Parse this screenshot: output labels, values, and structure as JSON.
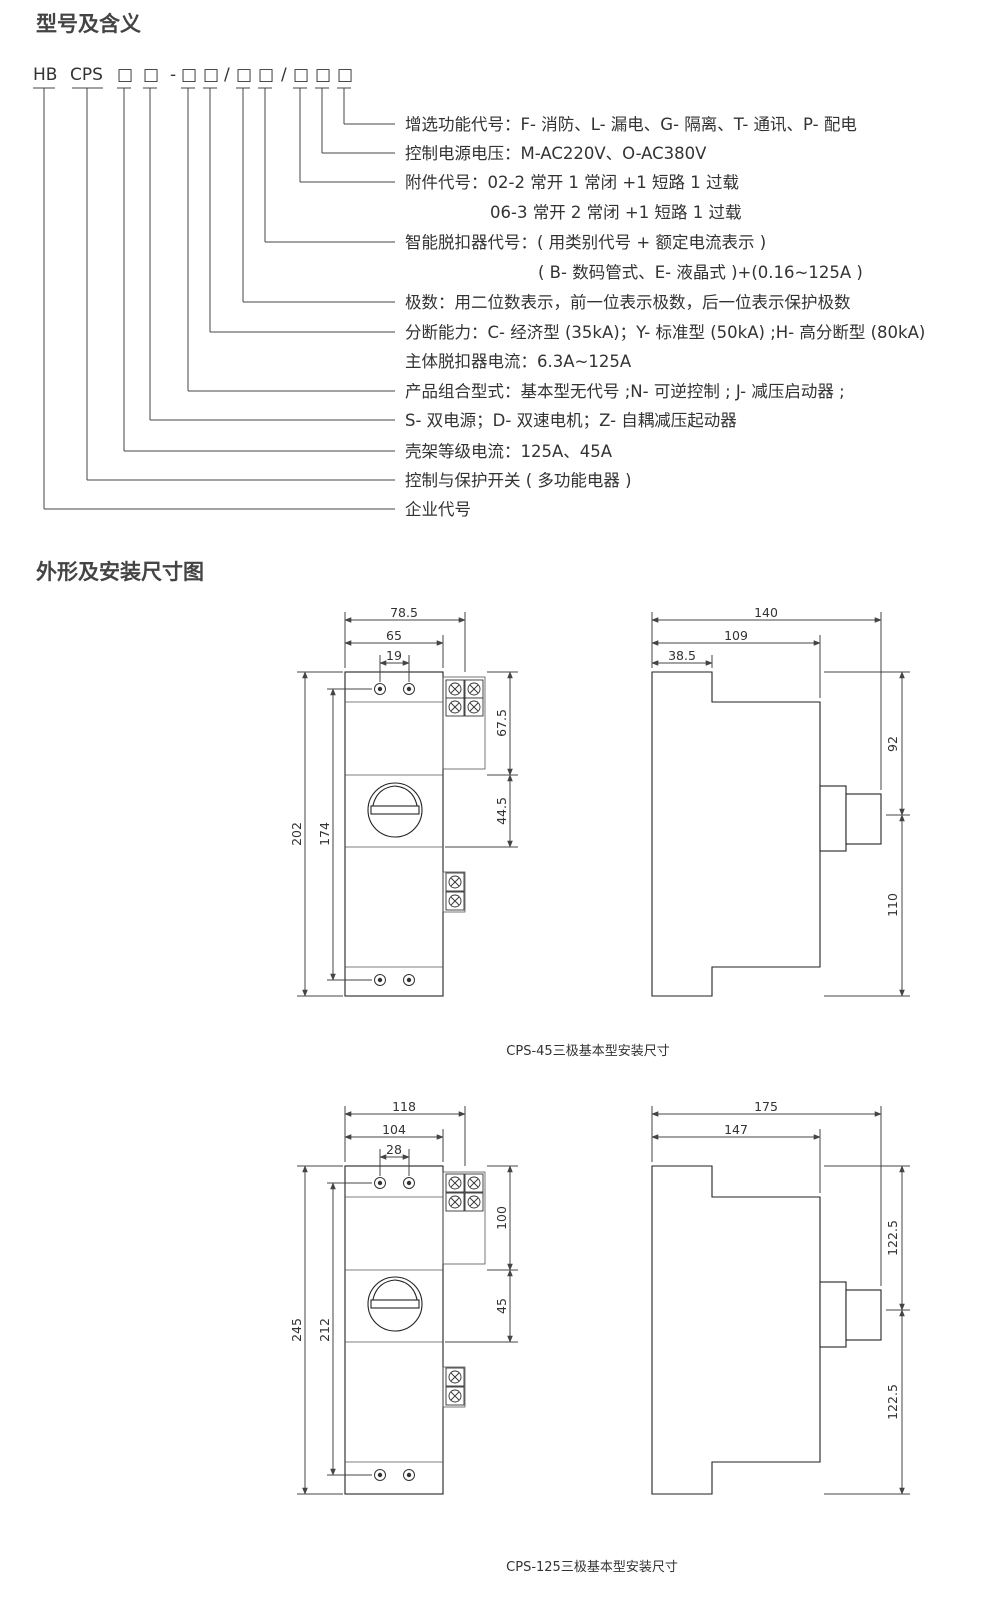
{
  "section1": {
    "title": "型号及含义"
  },
  "model_code": {
    "prefix": "HB",
    "series": "CPS",
    "box": "□",
    "dash": "-",
    "slash": "/"
  },
  "meanings": [
    "增选功能代号：F- 消防、L- 漏电、G- 隔离、T- 通讯、P- 配电",
    "控制电源电压：M-AC220V、O-AC380V",
    "附件代号：02-2 常开 1 常闭 +1 短路 1 过载",
    "06-3 常开 2 常闭 +1 短路 1 过载",
    "智能脱扣器代号：( 用类别代号 + 额定电流表示 )",
    "( B- 数码管式、E- 液晶式 )+(0.16~125A )",
    "极数：用二位数表示，前一位表示极数，后一位表示保护极数",
    "分断能力：C- 经济型 (35kA)；Y- 标准型 (50kA) ;H- 高分断型 (80kA)",
    "主体脱扣器电流：6.3A~125A",
    "产品组合型式：基本型无代号 ;N- 可逆控制 ; J- 减压启动器 ;",
    "S- 双电源；D- 双速电机；Z- 自耦减压起动器",
    "壳架等级电流：125A、45A",
    "控制与保护开关 ( 多功能电器 )",
    "企业代号"
  ],
  "section2": {
    "title": "外形及安装尺寸图"
  },
  "drawing1": {
    "caption": "CPS-45三极基本型安装尺寸",
    "front": {
      "overall_width": "78.5",
      "body_width": "65",
      "hole_spacing": "19",
      "overall_height": "202",
      "mount_height": "174",
      "upper_block": "67.5",
      "knob_section": "44.5"
    },
    "side": {
      "depth": "140",
      "mid_depth": "109",
      "step": "38.5",
      "upper_height": "92",
      "lower_height": "110"
    }
  },
  "drawing2": {
    "caption": "CPS-125三极基本型安装尺寸",
    "front": {
      "overall_width": "118",
      "body_width": "104",
      "hole_spacing": "28",
      "overall_height": "245",
      "mount_height": "212",
      "upper_block": "100",
      "knob_section": "45"
    },
    "side": {
      "depth": "175",
      "mid_depth": "147",
      "upper_height": "122.5",
      "lower_height": "122.5"
    }
  }
}
